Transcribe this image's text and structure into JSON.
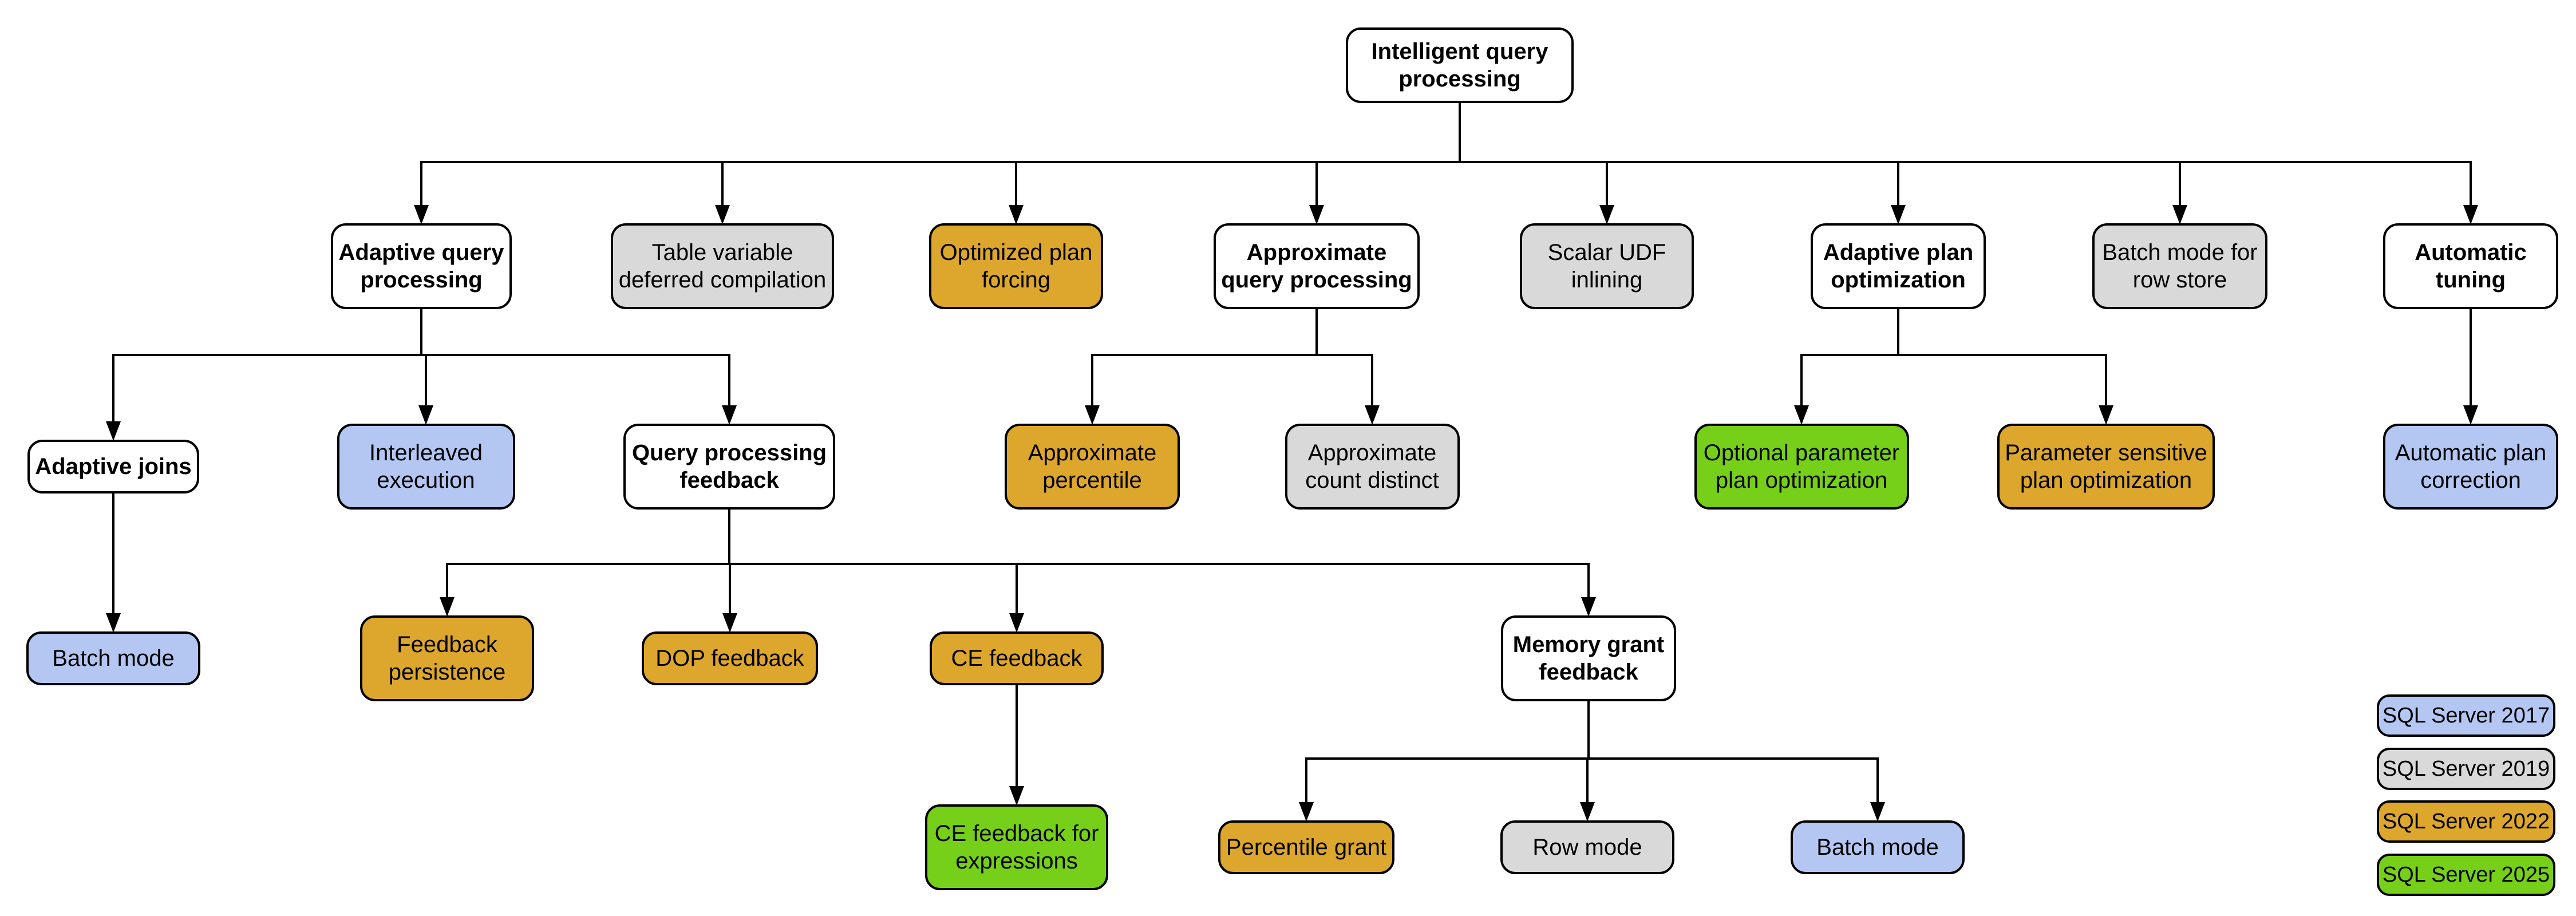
{
  "diagram": {
    "nodes": [
      {
        "id": "intelligent-query-processing",
        "label": "Intelligent query\nprocessing",
        "version": null
      },
      {
        "id": "adaptive-query-processing",
        "label": "Adaptive query\nprocessing",
        "version": null
      },
      {
        "id": "table-variable-deferred-compilation",
        "label": "Table variable\ndeferred compilation",
        "version": "2019"
      },
      {
        "id": "optimized-plan-forcing",
        "label": "Optimized plan\nforcing",
        "version": "2022"
      },
      {
        "id": "approximate-query-processing",
        "label": "Approximate\nquery processing",
        "version": null
      },
      {
        "id": "scalar-udf-inlining",
        "label": "Scalar UDF\ninlining",
        "version": "2019"
      },
      {
        "id": "adaptive-plan-optimization",
        "label": "Adaptive plan\noptimization",
        "version": null
      },
      {
        "id": "batch-mode-for-row-store",
        "label": "Batch mode for\nrow store",
        "version": "2019"
      },
      {
        "id": "automatic-tuning",
        "label": "Automatic\ntuning",
        "version": null
      },
      {
        "id": "adaptive-joins",
        "label": "Adaptive joins",
        "version": null
      },
      {
        "id": "interleaved-execution",
        "label": "Interleaved\nexecution",
        "version": "2017"
      },
      {
        "id": "query-processing-feedback",
        "label": "Query processing\nfeedback",
        "version": null
      },
      {
        "id": "approximate-percentile",
        "label": "Approximate\npercentile",
        "version": "2022"
      },
      {
        "id": "approximate-count-distinct",
        "label": "Approximate\ncount distinct",
        "version": "2019"
      },
      {
        "id": "optional-parameter-plan-optimization",
        "label": "Optional parameter\nplan optimization",
        "version": "2025"
      },
      {
        "id": "parameter-sensitive-plan-optimization",
        "label": "Parameter sensitive\nplan optimization",
        "version": "2022"
      },
      {
        "id": "automatic-plan-correction",
        "label": "Automatic plan\ncorrection",
        "version": "2017"
      },
      {
        "id": "batch-mode-adaptive-joins",
        "label": "Batch mode",
        "version": "2017"
      },
      {
        "id": "feedback-persistence",
        "label": "Feedback\npersistence",
        "version": "2022"
      },
      {
        "id": "dop-feedback",
        "label": "DOP feedback",
        "version": "2022"
      },
      {
        "id": "ce-feedback",
        "label": "CE feedback",
        "version": "2022"
      },
      {
        "id": "memory-grant-feedback",
        "label": "Memory grant\nfeedback",
        "version": null
      },
      {
        "id": "ce-feedback-for-expressions",
        "label": "CE feedback for\nexpressions",
        "version": "2025"
      },
      {
        "id": "percentile-grant",
        "label": "Percentile grant",
        "version": "2022"
      },
      {
        "id": "row-mode",
        "label": "Row mode",
        "version": "2019"
      },
      {
        "id": "batch-mode-memory-grant",
        "label": "Batch mode",
        "version": "2017"
      }
    ],
    "edges": [
      [
        "intelligent-query-processing",
        "adaptive-query-processing"
      ],
      [
        "intelligent-query-processing",
        "table-variable-deferred-compilation"
      ],
      [
        "intelligent-query-processing",
        "optimized-plan-forcing"
      ],
      [
        "intelligent-query-processing",
        "approximate-query-processing"
      ],
      [
        "intelligent-query-processing",
        "scalar-udf-inlining"
      ],
      [
        "intelligent-query-processing",
        "adaptive-plan-optimization"
      ],
      [
        "intelligent-query-processing",
        "batch-mode-for-row-store"
      ],
      [
        "intelligent-query-processing",
        "automatic-tuning"
      ],
      [
        "adaptive-query-processing",
        "adaptive-joins"
      ],
      [
        "adaptive-query-processing",
        "interleaved-execution"
      ],
      [
        "adaptive-query-processing",
        "query-processing-feedback"
      ],
      [
        "approximate-query-processing",
        "approximate-percentile"
      ],
      [
        "approximate-query-processing",
        "approximate-count-distinct"
      ],
      [
        "adaptive-plan-optimization",
        "optional-parameter-plan-optimization"
      ],
      [
        "adaptive-plan-optimization",
        "parameter-sensitive-plan-optimization"
      ],
      [
        "automatic-tuning",
        "automatic-plan-correction"
      ],
      [
        "adaptive-joins",
        "batch-mode-adaptive-joins"
      ],
      [
        "query-processing-feedback",
        "feedback-persistence"
      ],
      [
        "query-processing-feedback",
        "dop-feedback"
      ],
      [
        "query-processing-feedback",
        "ce-feedback"
      ],
      [
        "query-processing-feedback",
        "memory-grant-feedback"
      ],
      [
        "ce-feedback",
        "ce-feedback-for-expressions"
      ],
      [
        "memory-grant-feedback",
        "percentile-grant"
      ],
      [
        "memory-grant-feedback",
        "row-mode"
      ],
      [
        "memory-grant-feedback",
        "batch-mode-memory-grant"
      ]
    ],
    "legend": [
      {
        "label": "SQL Server 2017",
        "version": "2017"
      },
      {
        "label": "SQL Server 2019",
        "version": "2019"
      },
      {
        "label": "SQL Server 2022",
        "version": "2022"
      },
      {
        "label": "SQL Server 2025",
        "version": "2025"
      }
    ],
    "colors": {
      "2017": "#b3c7f2",
      "2019": "#d9d9d9",
      "2022": "#dca72c",
      "2025": "#76d01a",
      "category_fill": "#ffffff",
      "line": "#000000",
      "text": "#000000"
    }
  }
}
